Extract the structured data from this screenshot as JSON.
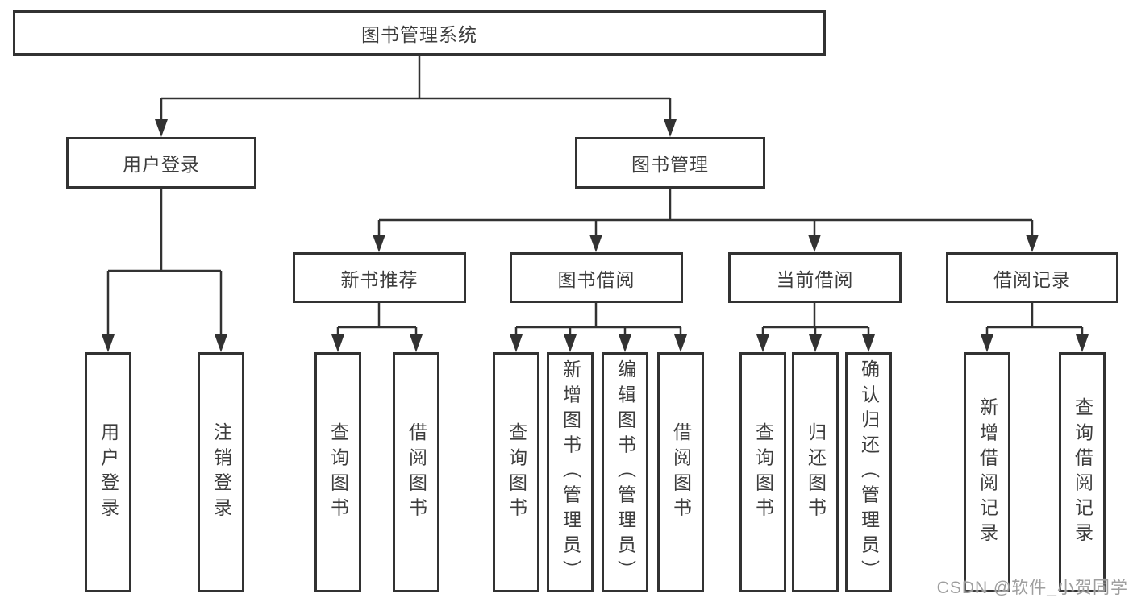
{
  "diagram_type": "hierarchy-tree",
  "colors": {
    "line": "#323232",
    "box_border": "#323232",
    "text": "#3d3d3d",
    "background": "#ffffff",
    "watermark": "#9e9e9e"
  },
  "tree": {
    "label": "图书管理系统",
    "children": [
      {
        "label": "用户登录",
        "children": [
          {
            "label": "用户登录"
          },
          {
            "label": "注销登录"
          }
        ]
      },
      {
        "label": "图书管理",
        "children": [
          {
            "label": "新书推荐",
            "children": [
              {
                "label": "查询图书"
              },
              {
                "label": "借阅图书"
              }
            ]
          },
          {
            "label": "图书借阅",
            "children": [
              {
                "label": "查询图书"
              },
              {
                "label": "新增图书（管理员）"
              },
              {
                "label": "编辑图书（管理员）"
              },
              {
                "label": "借阅图书"
              }
            ]
          },
          {
            "label": "当前借阅",
            "children": [
              {
                "label": "查询图书"
              },
              {
                "label": "归还图书"
              },
              {
                "label": "确认归还（管理员）"
              }
            ]
          },
          {
            "label": "借阅记录",
            "children": [
              {
                "label": "新增借阅记录"
              },
              {
                "label": "查询借阅记录"
              }
            ]
          }
        ]
      }
    ]
  },
  "watermark": {
    "text": "CSDN @软件_小贺同学"
  }
}
